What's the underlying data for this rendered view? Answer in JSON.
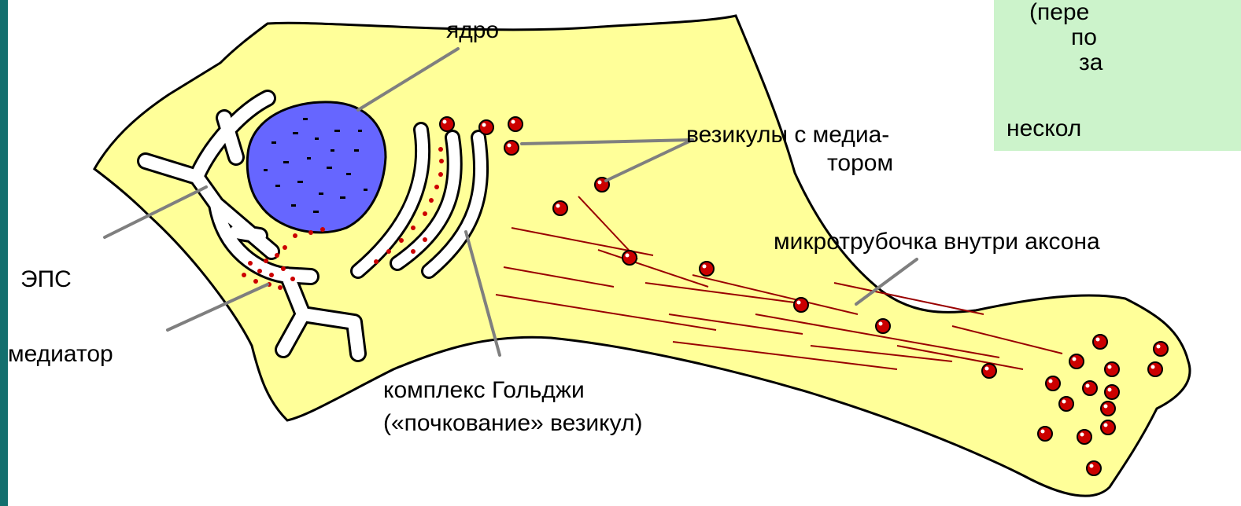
{
  "labels": {
    "nucleus": "ядро",
    "vesicles_1": "везикулы с медиа-",
    "vesicles_2": "тором",
    "microtubule": "микротрубочка внутри аксона",
    "eps": "ЭПС",
    "mediator": "медиатор",
    "golgi_1": "комплекс Гольджи",
    "golgi_2": "(«почкование» везикул)"
  },
  "note": {
    "line1": "(пере",
    "line2": "по",
    "line3": "за",
    "line4": "нескол"
  },
  "colors": {
    "sidebar": "#136f6e",
    "cell": "#ffff99",
    "nucleus": "#6666ff",
    "vesicle": "#cc0000",
    "microtubule": "#990000",
    "leader": "#7f7f7f",
    "note_bg": "#ccf3cb"
  }
}
